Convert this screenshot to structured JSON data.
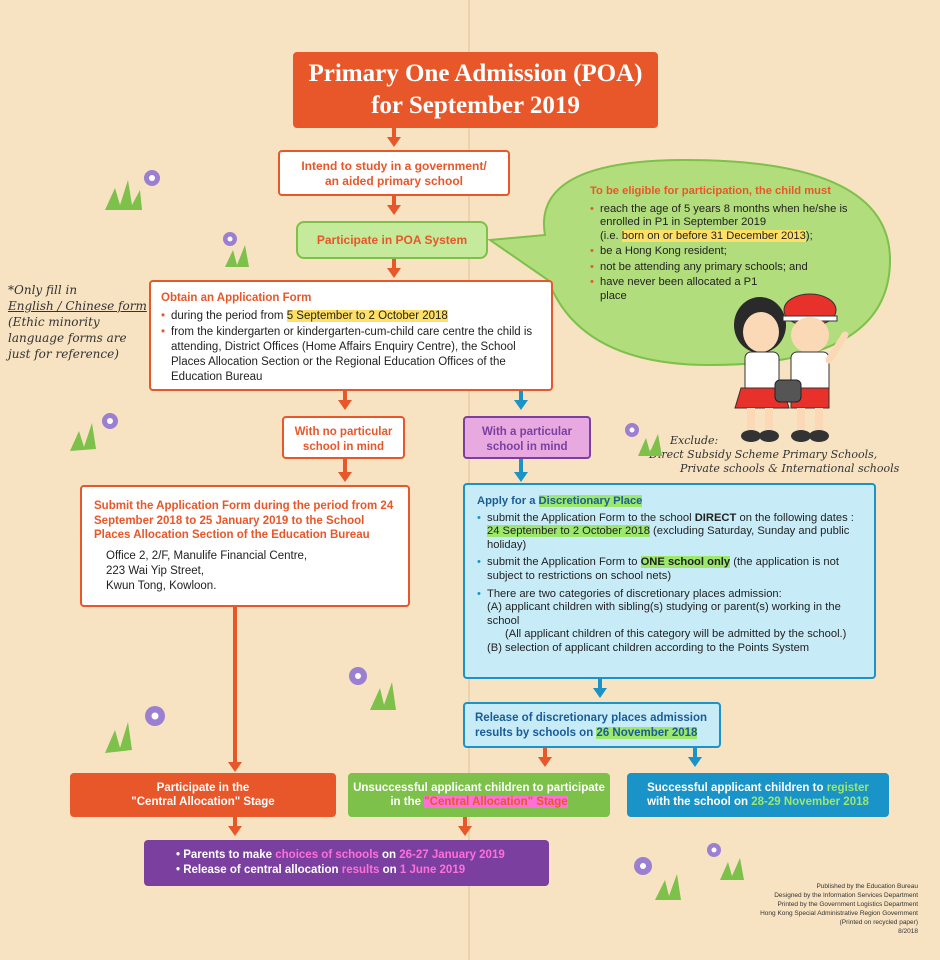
{
  "title": {
    "line1": "Primary One Admission (POA)",
    "line2": "for September 2019"
  },
  "intend": {
    "line1": "Intend to study in a government/",
    "line2": "an aided primary school"
  },
  "participate": "Participate in POA System",
  "eligibility": {
    "heading": "To be eligible for participation, the child must",
    "item1_a": "reach the age of 5 years 8 months when he/she is enrolled in P1 in September 2019",
    "item1_b": "(i.e. ",
    "item1_hl": "born on or before 31 December 2013",
    "item1_c": ");",
    "item2": "be a Hong Kong resident;",
    "item3": "not be attending any primary schools; and",
    "item4": "have never been allocated a P1 place"
  },
  "obtain": {
    "heading": "Obtain an Application Form",
    "item1_a": "during the period from ",
    "item1_hl": "5 September to 2 October 2018",
    "item2": "from the kindergarten or kindergarten-cum-child care centre the child is attending, District Offices (Home Affairs Enquiry Centre), the School Places Allocation Section or the Regional Education Offices of the Education Bureau"
  },
  "handnote_left": {
    "line1": "*Only fill in",
    "line2": "English / Chinese form",
    "line3": "(Ethic minority",
    "line4": "language forms are",
    "line5": "just for reference)"
  },
  "handnote_right": {
    "line1": "Exclude:",
    "line2": "* Direct Subsidy Scheme Primary Schools,",
    "line3": "Private schools & International schools"
  },
  "no_school": {
    "line1": "With no particular",
    "line2": "school in mind"
  },
  "with_school": {
    "line1": "With a particular",
    "line2": "school in mind"
  },
  "submit": {
    "heading": "Submit the Application Form during the period from 24 September 2018 to 25 January 2019 to the School Places Allocation Section of the Education Bureau",
    "addr1": "Office 2, 2/F, Manulife Financial Centre,",
    "addr2": "223 Wai Yip Street,",
    "addr3": "Kwun Tong, Kowloon."
  },
  "discretionary": {
    "heading_a": "Apply for a ",
    "heading_hl": "Discretionary Place",
    "b1_a": "submit the Application Form to the school ",
    "b1_bold": "DIRECT",
    "b1_b": " on the following dates :",
    "b1_hl": "24 September to 2 October 2018",
    "b1_c": " (excluding Saturday, Sunday and public holiday)",
    "b2_a": "submit the Application Form to ",
    "b2_bold": "ONE school only",
    "b2_b": " (the application is not subject to restrictions on school nets)",
    "b3": "There are two categories of discretionary places admission:",
    "b3_A": "(A) applicant children with sibling(s) studying or parent(s) working in the school",
    "b3_A2": "(All applicant children of this category will be admitted by the school.)",
    "b3_B": "(B) selection of applicant children according to the Points System"
  },
  "release": {
    "line1": "Release of discretionary places admission",
    "line2_a": "results by schools on ",
    "line2_hl": "26 November 2018"
  },
  "central": {
    "line1": "Participate in the",
    "line2": "\"Central Allocation\" Stage"
  },
  "unsuccessful": {
    "line1": "Unsuccessful applicant children to participate",
    "line2_a": "in the ",
    "line2_hl": "\"Central Allocation\" Stage"
  },
  "successful": {
    "line1_a": "Successful applicant children to ",
    "line1_hl": "register",
    "line2_a": "with the school on ",
    "line2_hl": "28-29 November 2018"
  },
  "final": {
    "l1_a": "• Parents to make ",
    "l1_hl": "choices of schools",
    "l1_b": " on ",
    "l1_hl2": "26-27 January 2019",
    "l2_a": "• Release of central allocation ",
    "l2_hl": "results",
    "l2_b": " on ",
    "l2_hl2": "1 June 2019"
  },
  "publisher": {
    "l1": "Published by the Education Bureau",
    "l2": "Designed by the Information Services Department",
    "l3": "Printed by the Government Logistics Department",
    "l4": "Hong Kong Special Administrative Region Government",
    "l5": "(Printed on recycled paper)",
    "l6": "8/2018"
  },
  "colors": {
    "orange": "#e8572a",
    "green": "#7dc04a",
    "purple": "#7b3fa0",
    "blue": "#1a93c8",
    "background": "#f7e3c2"
  }
}
